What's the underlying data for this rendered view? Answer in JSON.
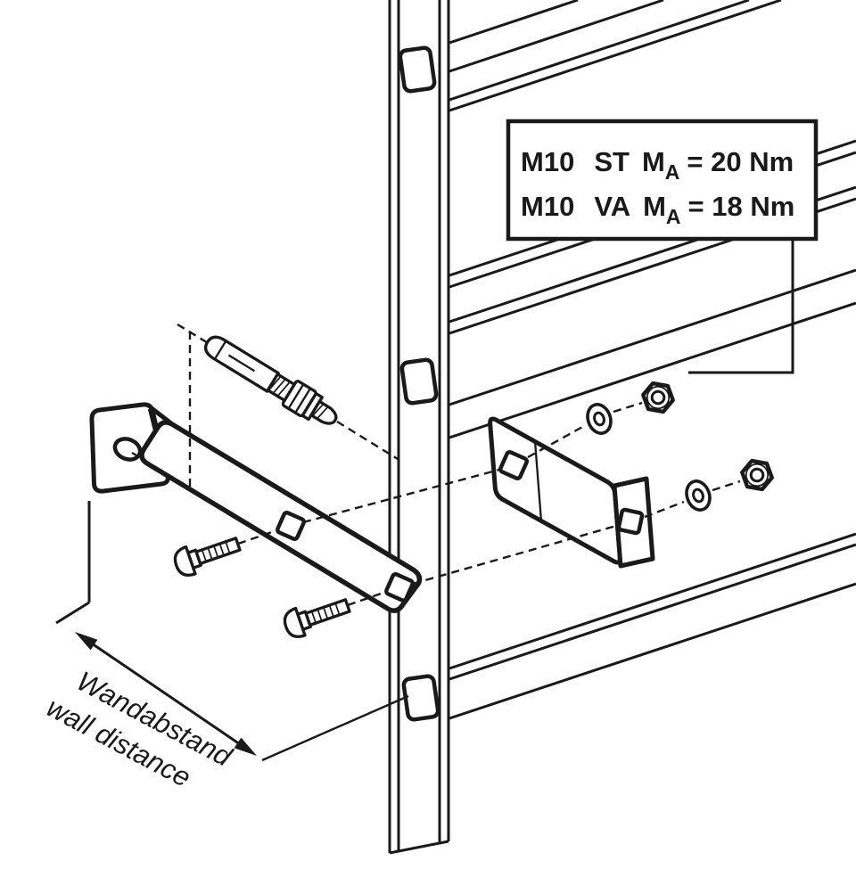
{
  "diagram": {
    "background": "#ffffff",
    "line_color": "#1a1a1a",
    "spec_box": {
      "line1": {
        "size": "M10",
        "type": "ST",
        "torque_symbol": "M",
        "sub": "A",
        "value": "= 20 Nm"
      },
      "line2": {
        "size": "M10",
        "type": "VA",
        "torque_symbol": "M",
        "sub": "A",
        "value": "= 18 Nm"
      }
    },
    "dimension": {
      "label_de": "Wandabstand",
      "label_en": "wall distance"
    }
  }
}
